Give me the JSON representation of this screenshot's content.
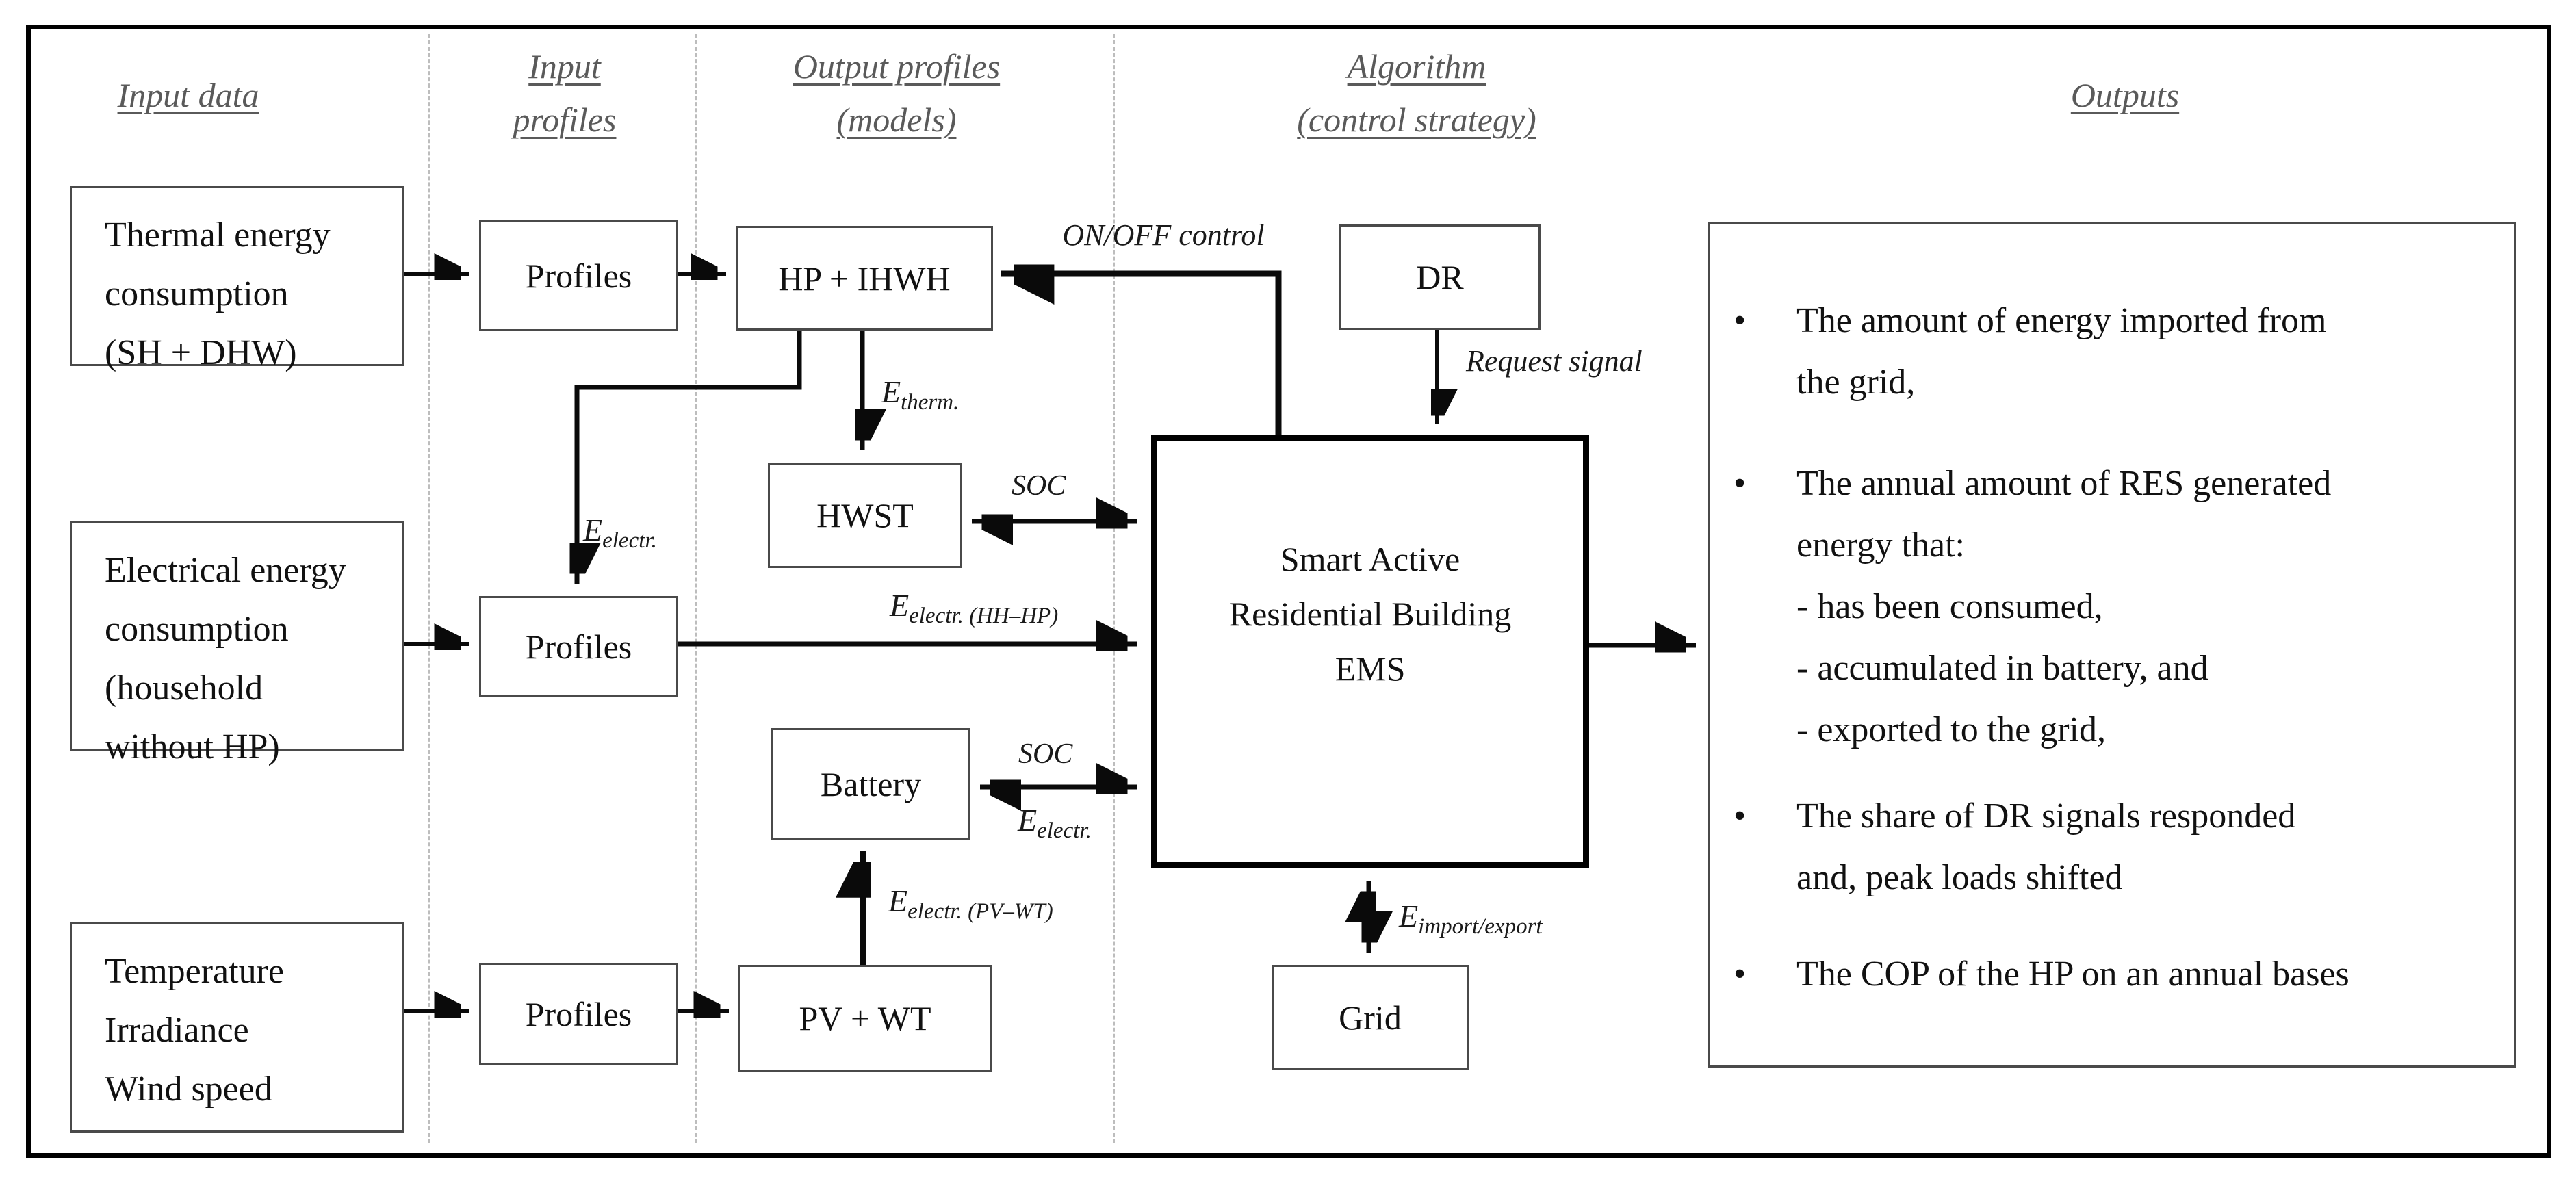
{
  "colors": {
    "background": "#ffffff",
    "frame_border": "#000000",
    "box_border": "#4a4a4a",
    "header_text": "#5a5a5a",
    "body_text": "#111111",
    "divider": "#bdbdbd",
    "arrow": "#0a0a0a"
  },
  "headers": {
    "input_data": {
      "line1": "Input data"
    },
    "input_profiles": {
      "line1": "Input",
      "line2": "profiles"
    },
    "output_profiles": {
      "line1": "Output profiles",
      "line2": "(models)"
    },
    "algorithm": {
      "line1": "Algorithm",
      "line2": "(control strategy)"
    },
    "outputs": {
      "line1": "Outputs"
    }
  },
  "boxes": {
    "thermal": {
      "line1": "Thermal energy",
      "line2": "consumption",
      "line3": "(SH + DHW)"
    },
    "profiles1": {
      "label": "Profiles"
    },
    "hp_ihwh": {
      "label": "HP + IHWH"
    },
    "dr": {
      "label": "DR"
    },
    "hwst": {
      "label": "HWST"
    },
    "electrical": {
      "line1": "Electrical energy",
      "line2": "consumption",
      "line3": "(household",
      "line4": "without HP)"
    },
    "profiles2": {
      "label": "Profiles"
    },
    "battery": {
      "label": "Battery"
    },
    "temperature": {
      "line1": "Temperature",
      "line2": "Irradiance",
      "line3": "Wind speed"
    },
    "profiles3": {
      "label": "Profiles"
    },
    "pv_wt": {
      "label": "PV + WT"
    },
    "grid": {
      "label": "Grid"
    },
    "ems": {
      "line1": "Smart Active",
      "line2": "Residential Building",
      "line3": "EMS"
    }
  },
  "edge_labels": {
    "on_off": "ON/OFF control",
    "request_signal": "Request signal",
    "e_therm": {
      "main": "E",
      "sub": "therm."
    },
    "e_electr_branch": {
      "main": "E",
      "sub": "electr."
    },
    "soc_hwst": "SOC",
    "e_electr_hh": {
      "main": "E",
      "sub": "electr. (HH–HP)"
    },
    "soc_battery": "SOC",
    "e_electr_battery": {
      "main": "E",
      "sub": "electr."
    },
    "e_electr_pv_wt": {
      "main": "E",
      "sub": "electr. (PV–WT)"
    },
    "e_import_export": {
      "main": "E",
      "sub": "import/export"
    }
  },
  "outputs_box": {
    "bullet1": {
      "line1": "The amount of energy imported from",
      "line2": "the grid,"
    },
    "bullet2": {
      "line1": "The annual amount of RES generated",
      "line2": "energy that:",
      "line3": "- has been consumed,",
      "line4": "- accumulated in battery, and",
      "line5": "- exported to the grid,"
    },
    "bullet3": {
      "line1": "The share of DR signals responded",
      "line2": "and, peak loads shifted"
    },
    "bullet4": {
      "line1": "The COP of the HP on an annual bases"
    }
  }
}
